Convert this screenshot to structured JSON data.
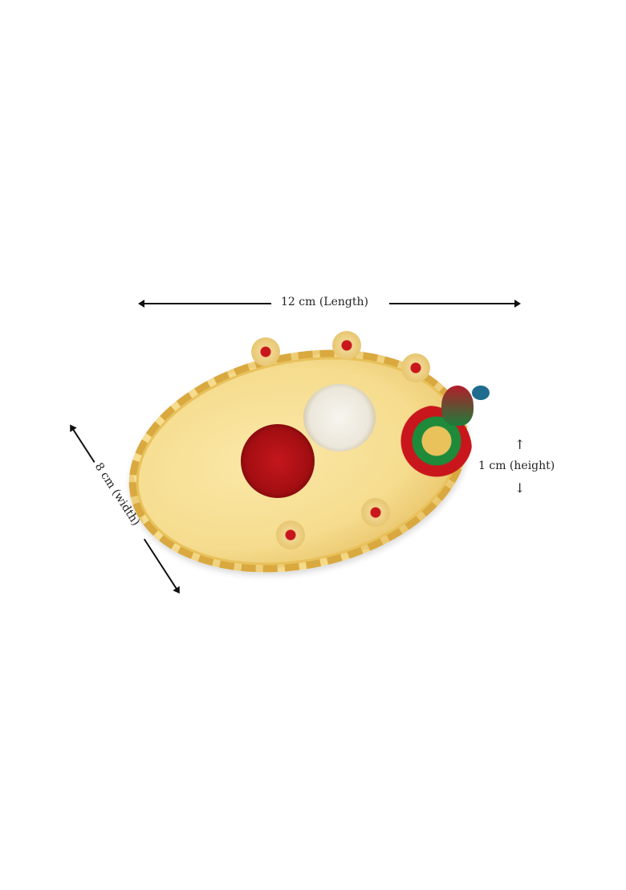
{
  "dimensions": {
    "length_label": "12 cm (Length)",
    "width_label": "8 cm (width)",
    "height_label": "1 cm (height)",
    "height_arrow_up": "↑",
    "height_arrow_down": "↓"
  },
  "product": {
    "name": "Gold-tone oval puja thali with peacock and flower accents",
    "items": [
      "kumkum bowl",
      "rice bowl"
    ],
    "colors": {
      "tray": "#f5dc8e",
      "rim": "#d9a93f",
      "kumkum": "#c4161c",
      "rice": "#f3efe5",
      "peacock_green": "#1e8a3a",
      "peacock_red": "#c8161c",
      "peacock_blue": "#1f6c8e"
    }
  }
}
